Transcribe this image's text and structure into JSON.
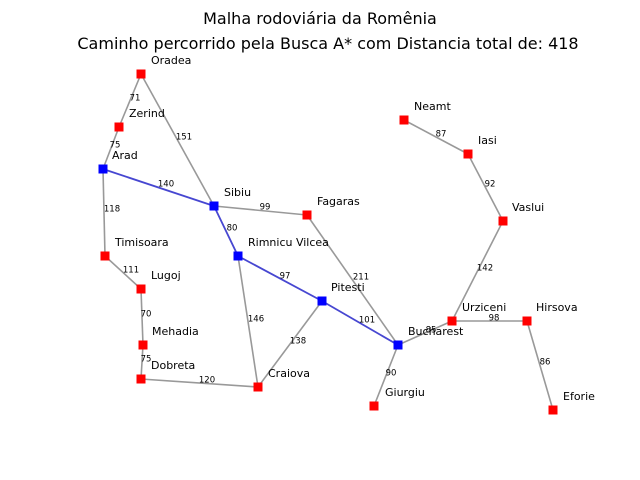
{
  "figure": {
    "title": "Malha rodoviária da Romênia",
    "subtitle": "Caminho percorrido pela Busca A* com Distancia total de: 418"
  },
  "colors": {
    "node_default": "#ff0000",
    "node_path": "#0000ff",
    "edge_default": "#999999",
    "edge_path": "#4747d1"
  },
  "node_shape": "square",
  "cities": [
    {
      "id": "oradea",
      "name": "Oradea",
      "on_path": false
    },
    {
      "id": "zerind",
      "name": "Zerind",
      "on_path": false
    },
    {
      "id": "arad",
      "name": "Arad",
      "on_path": true
    },
    {
      "id": "sibiu",
      "name": "Sibiu",
      "on_path": true
    },
    {
      "id": "timisoara",
      "name": "Timisoara",
      "on_path": false
    },
    {
      "id": "lugoj",
      "name": "Lugoj",
      "on_path": false
    },
    {
      "id": "mehadia",
      "name": "Mehadia",
      "on_path": false
    },
    {
      "id": "dobreta",
      "name": "Dobreta",
      "on_path": false
    },
    {
      "id": "craiova",
      "name": "Craiova",
      "on_path": false
    },
    {
      "id": "rimnicu",
      "name": "Rimnicu Vilcea",
      "on_path": true
    },
    {
      "id": "fagaras",
      "name": "Fagaras",
      "on_path": false
    },
    {
      "id": "pitesti",
      "name": "Pitesti",
      "on_path": true
    },
    {
      "id": "bucharest",
      "name": "Bucharest",
      "on_path": true
    },
    {
      "id": "giurgiu",
      "name": "Giurgiu",
      "on_path": false
    },
    {
      "id": "urziceni",
      "name": "Urziceni",
      "on_path": false
    },
    {
      "id": "hirsova",
      "name": "Hirsova",
      "on_path": false
    },
    {
      "id": "eforie",
      "name": "Eforie",
      "on_path": false
    },
    {
      "id": "vaslui",
      "name": "Vaslui",
      "on_path": false
    },
    {
      "id": "iasi",
      "name": "Iasi",
      "on_path": false
    },
    {
      "id": "neamt",
      "name": "Neamt",
      "on_path": false
    }
  ],
  "roads": [
    {
      "from": "oradea",
      "to": "zerind",
      "distance": "71",
      "on_path": false
    },
    {
      "from": "oradea",
      "to": "sibiu",
      "distance": "151",
      "on_path": false
    },
    {
      "from": "zerind",
      "to": "arad",
      "distance": "75",
      "on_path": false
    },
    {
      "from": "arad",
      "to": "sibiu",
      "distance": "140",
      "on_path": true
    },
    {
      "from": "arad",
      "to": "timisoara",
      "distance": "118",
      "on_path": false
    },
    {
      "from": "timisoara",
      "to": "lugoj",
      "distance": "111",
      "on_path": false
    },
    {
      "from": "lugoj",
      "to": "mehadia",
      "distance": "70",
      "on_path": false
    },
    {
      "from": "mehadia",
      "to": "dobreta",
      "distance": "75",
      "on_path": false
    },
    {
      "from": "dobreta",
      "to": "craiova",
      "distance": "120",
      "on_path": false
    },
    {
      "from": "sibiu",
      "to": "fagaras",
      "distance": "99",
      "on_path": false
    },
    {
      "from": "sibiu",
      "to": "rimnicu",
      "distance": "80",
      "on_path": true
    },
    {
      "from": "rimnicu",
      "to": "pitesti",
      "distance": "97",
      "on_path": true
    },
    {
      "from": "rimnicu",
      "to": "craiova",
      "distance": "146",
      "on_path": false
    },
    {
      "from": "craiova",
      "to": "pitesti",
      "distance": "138",
      "on_path": false
    },
    {
      "from": "fagaras",
      "to": "bucharest",
      "distance": "211",
      "on_path": false
    },
    {
      "from": "pitesti",
      "to": "bucharest",
      "distance": "101",
      "on_path": true
    },
    {
      "from": "bucharest",
      "to": "giurgiu",
      "distance": "90",
      "on_path": false
    },
    {
      "from": "bucharest",
      "to": "urziceni",
      "distance": "85",
      "on_path": false
    },
    {
      "from": "urziceni",
      "to": "hirsova",
      "distance": "98",
      "on_path": false
    },
    {
      "from": "hirsova",
      "to": "eforie",
      "distance": "86",
      "on_path": false
    },
    {
      "from": "urziceni",
      "to": "vaslui",
      "distance": "142",
      "on_path": false
    },
    {
      "from": "vaslui",
      "to": "iasi",
      "distance": "92",
      "on_path": false
    },
    {
      "from": "iasi",
      "to": "neamt",
      "distance": "87",
      "on_path": false
    }
  ]
}
